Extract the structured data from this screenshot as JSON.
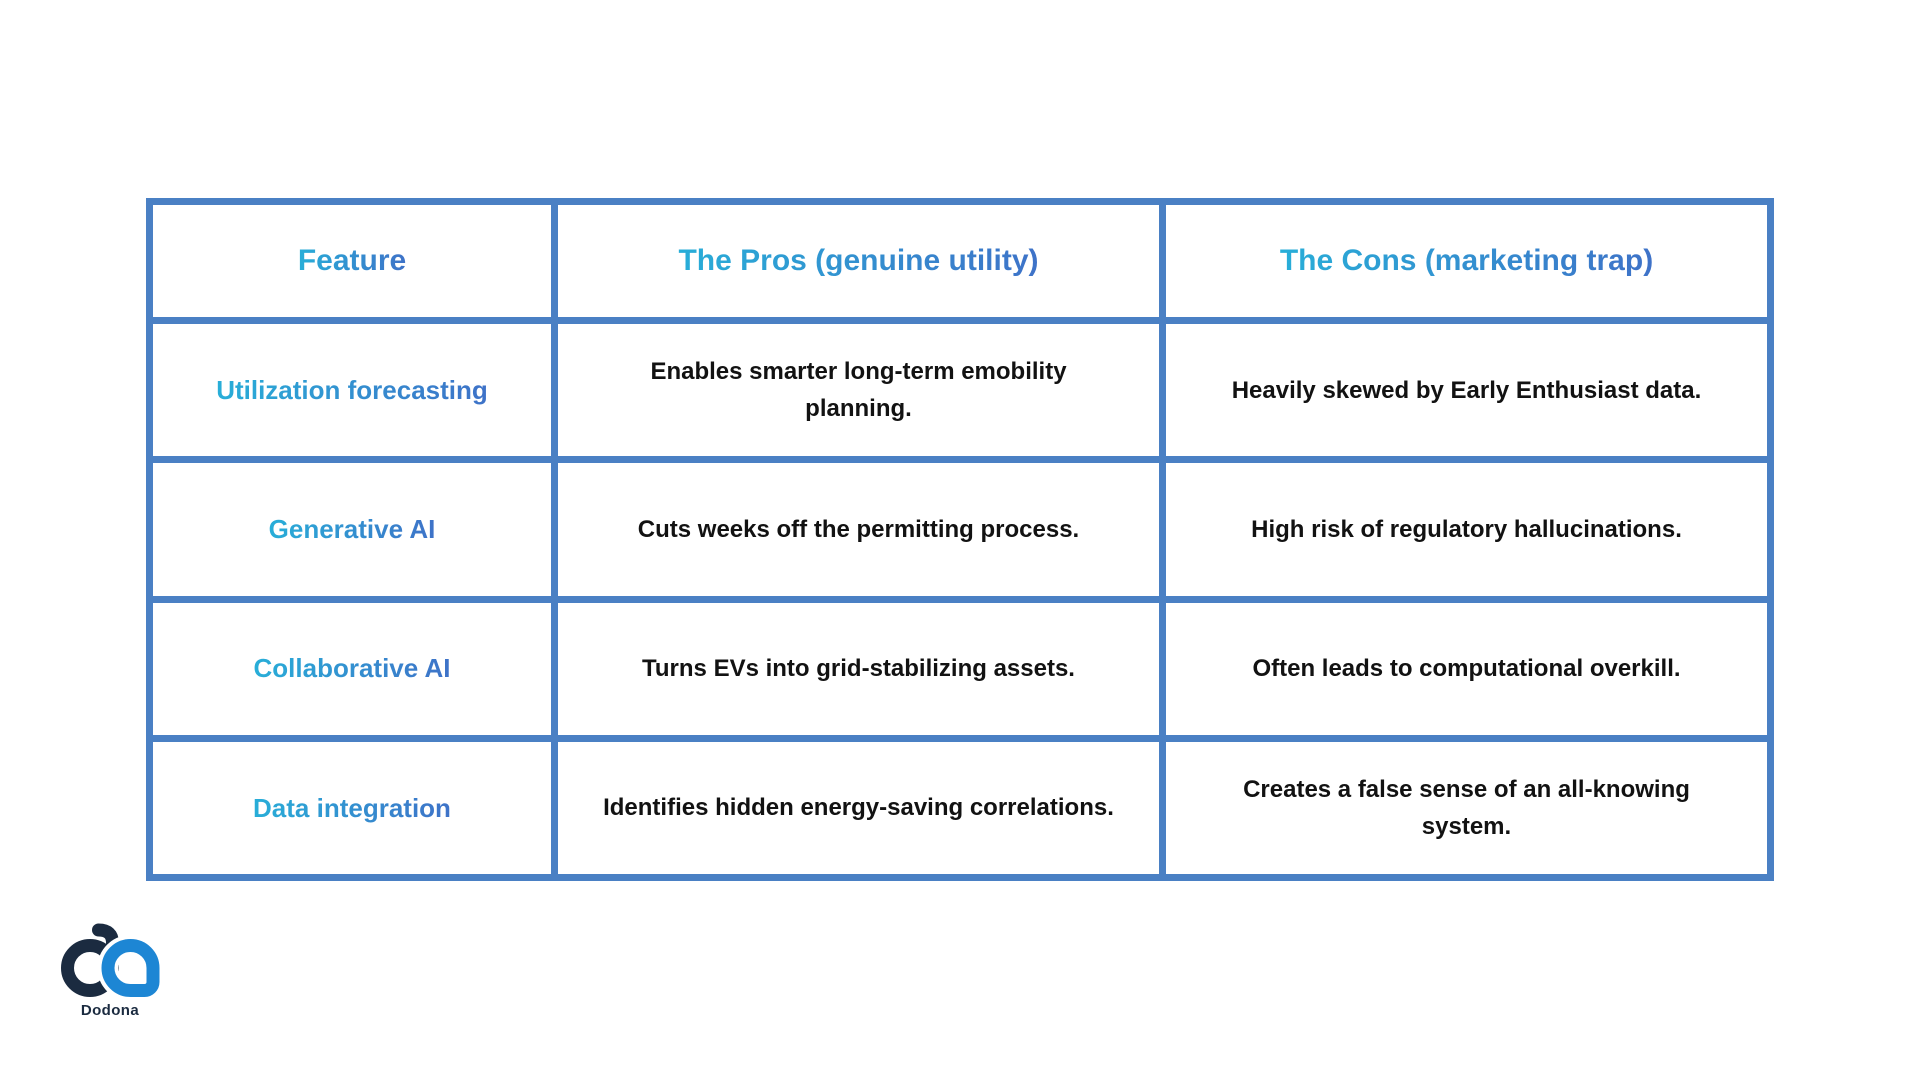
{
  "table": {
    "headers": [
      "Feature",
      "The Pros (genuine utility)",
      "The Cons (marketing trap)"
    ],
    "rows": [
      {
        "feature": "Utilization forecasting",
        "pros": "Enables smarter long-term emobility planning.",
        "cons": "Heavily skewed by Early Enthusiast data."
      },
      {
        "feature": "Generative AI",
        "pros": "Cuts weeks off the permitting process.",
        "cons": "High risk of regulatory hallucinations."
      },
      {
        "feature": "Collaborative AI",
        "pros": "Turns EVs into grid-stabilizing assets.",
        "cons": "Often leads to computational overkill."
      },
      {
        "feature": "Data integration",
        "pros": "Identifies hidden energy-saving correlations.",
        "cons": "Creates a false sense of an all-knowing system."
      }
    ]
  },
  "logo": {
    "brand": "Dodona"
  },
  "colors": {
    "grid_border": "#4a80c4",
    "heading_gradient_start": "#28aed8",
    "heading_gradient_end": "#3e72c8",
    "body_text": "#121212",
    "logo_navy": "#1b2b40",
    "logo_blue": "#1d86d4",
    "background": "#ffffff"
  }
}
